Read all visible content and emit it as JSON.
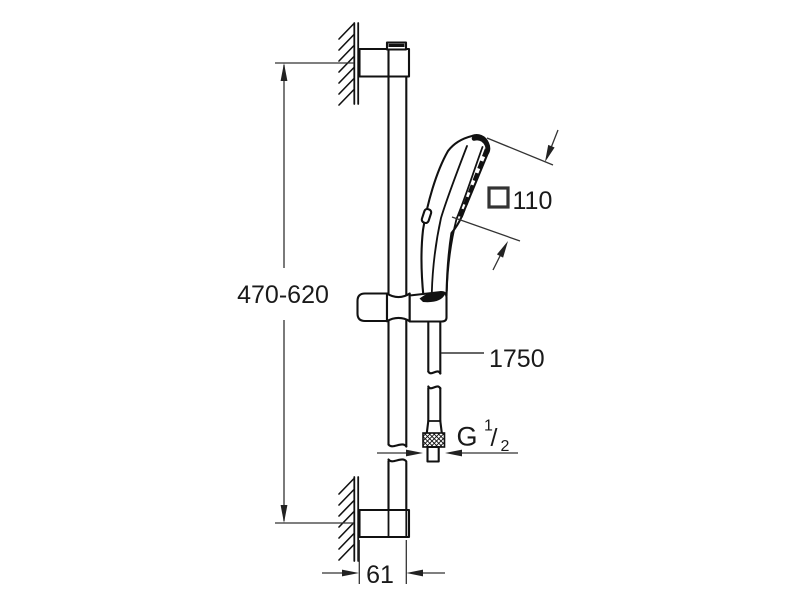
{
  "page": {
    "background": "#ffffff"
  },
  "drawing": {
    "type": "technical-dimension-drawing",
    "subject": "shower rail set with hand shower, slide holder, wall brackets and shower hose",
    "line_color": "#111111",
    "dim_color": "#333333",
    "text_color": "#1a1a1a",
    "labels": {
      "rail_height": "470-620",
      "head_size": "110",
      "hose_length": "1750",
      "wall_distance": "61",
      "thread_g": "G",
      "thread_numerator": "1",
      "thread_slash": "/",
      "thread_denominator": "2"
    },
    "icons": {
      "square_symbol": "square-dimension-icon"
    }
  }
}
